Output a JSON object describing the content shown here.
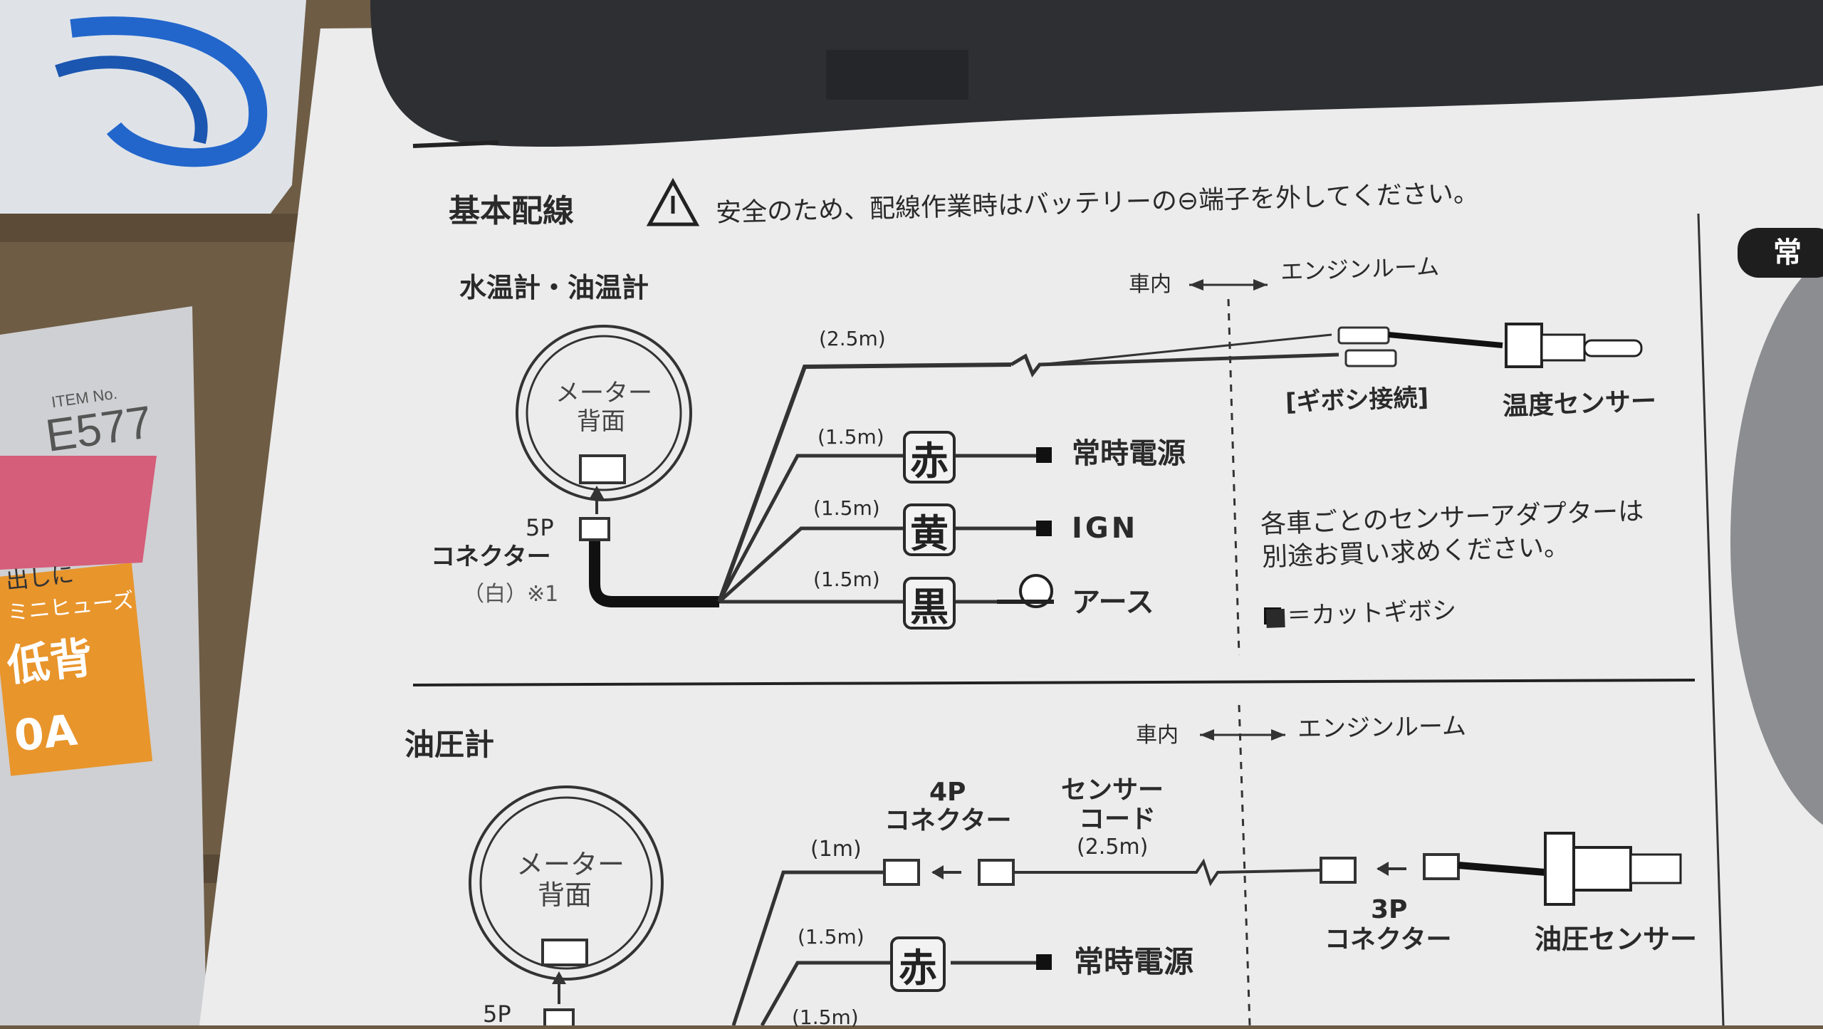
{
  "header": {
    "title": "基本配線",
    "warning": "安全のため、配線作業時はバッテリーの",
    "warning_symbol": "⊖",
    "warning_tail": "端子を外してください。"
  },
  "section1": {
    "title": "水温計・油温計",
    "zone_inside": "車内",
    "zone_engine": "エンジンルーム",
    "meter_line1": "メーター",
    "meter_line2": "背面",
    "connector_label1": "5P",
    "connector_label2": "コネクター",
    "connector_label3": "（白）※1",
    "sensor_cable_length": "(2.5m)",
    "gibosi_label": "[ギボシ接続]",
    "sensor_label": "温度センサー",
    "wires": [
      {
        "length": "(1.5m)",
        "color_label": "赤",
        "dest": "常時電源"
      },
      {
        "length": "(1.5m)",
        "color_label": "黄",
        "dest": "IGN"
      },
      {
        "length": "(1.5m)",
        "color_label": "黒",
        "dest": "アース"
      }
    ],
    "note_line1": "各車ごとのセンサーアダプターは",
    "note_line2": "別途お買い求めください。",
    "legend": "■＝カットギボシ"
  },
  "section2": {
    "title": "油圧計",
    "zone_inside": "車内",
    "zone_engine": "エンジンルーム",
    "meter_line1": "メーター",
    "meter_line2": "背面",
    "connector4p_1": "4P",
    "connector4p_2": "コネクター",
    "sensor_cord_1": "センサー",
    "sensor_cord_2": "コード",
    "sensor_cord_len": "(2.5m)",
    "cable_len": "(1m)",
    "connector3p_1": "3P",
    "connector3p_2": "コネクター",
    "sensor_label": "油圧センサー",
    "wire1_length": "(1.5m)",
    "wire1_color": "赤",
    "wire1_dest": "常時電源",
    "wire2_length": "(1.5m)",
    "connector_label": "5P"
  },
  "right_edge_label": "常",
  "package": {
    "item_no_label": "ITEM No.",
    "item_no": "E577",
    "line1": "出しに",
    "line2": "ミニヒューズ",
    "line3": "低背",
    "line4": "0A"
  }
}
